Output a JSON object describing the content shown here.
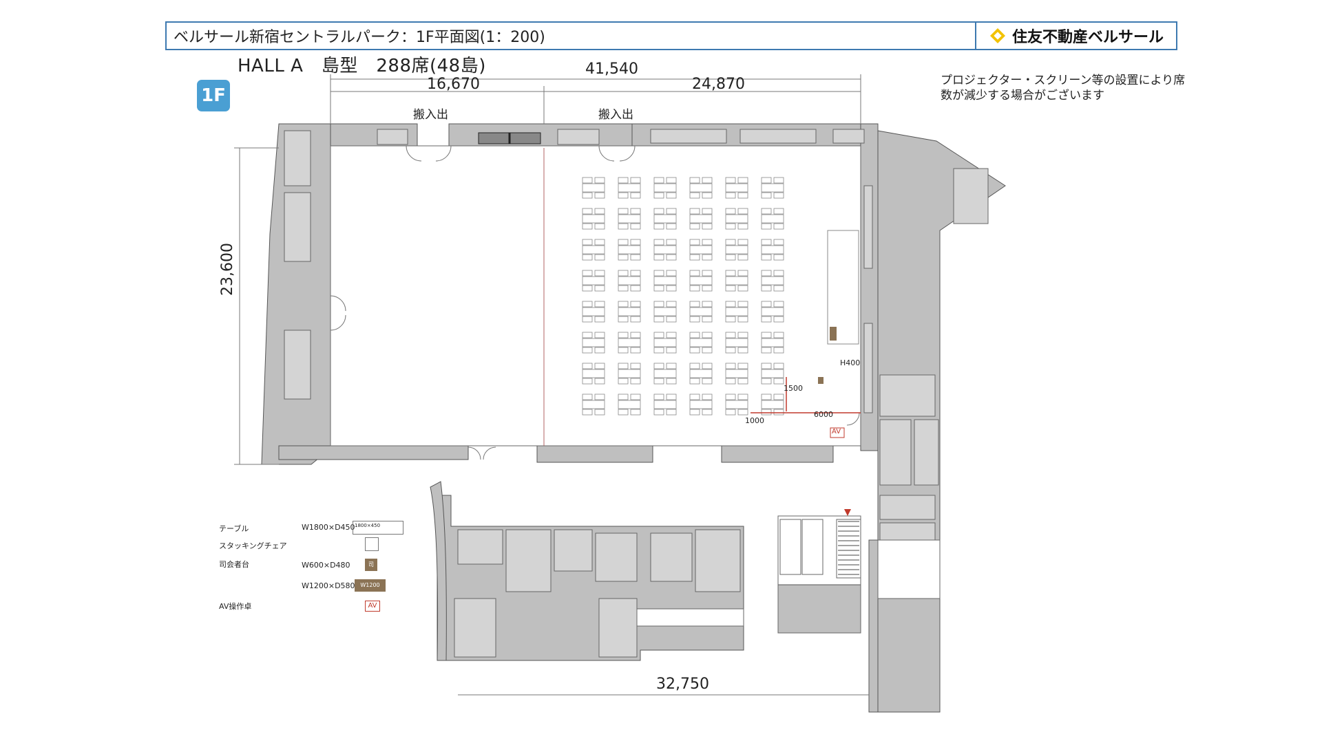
{
  "header": {
    "title": "ベルサール新宿セントラルパーク：1F平面図(1：200)",
    "brand": "住友不動産ベルサール"
  },
  "hall": {
    "title": "HALL A　島型　288席(48島)"
  },
  "floor_badge": "1F",
  "note": "プロジェクター・スクリーン等の設置により席数が減少する場合がございます",
  "dimensions": {
    "total_width": "41,540",
    "left_width": "16,670",
    "right_width": "24,870",
    "height": "23,600",
    "bottom_width": "32,750",
    "gap_1500": "1500",
    "gap_1000": "1000",
    "gap_6000": "6000",
    "podium_height": "H400"
  },
  "labels": {
    "loading_left": "搬入出",
    "loading_right": "搬入出",
    "av": "AV"
  },
  "legend": {
    "table_label": "テーブル",
    "table_size": "W1800×D450",
    "table_swatch": "1800×450",
    "chair_label": "スタッキングチェア",
    "podium_label": "司会者台",
    "podium_small_size": "W600×D480",
    "podium_small_swatch": "司",
    "podium_large_size": "W1200×D580",
    "podium_large_swatch": "W1200",
    "av_label": "AV操作卓",
    "av_swatch": "AV"
  },
  "layout": {
    "island_columns": 6,
    "island_rows": 8
  },
  "colors": {
    "wall": "#bfbfbf",
    "accent": "#3d79b0",
    "badge": "#4a9fd3",
    "podium": "#8b7355",
    "dim_red": "#c0392b"
  }
}
